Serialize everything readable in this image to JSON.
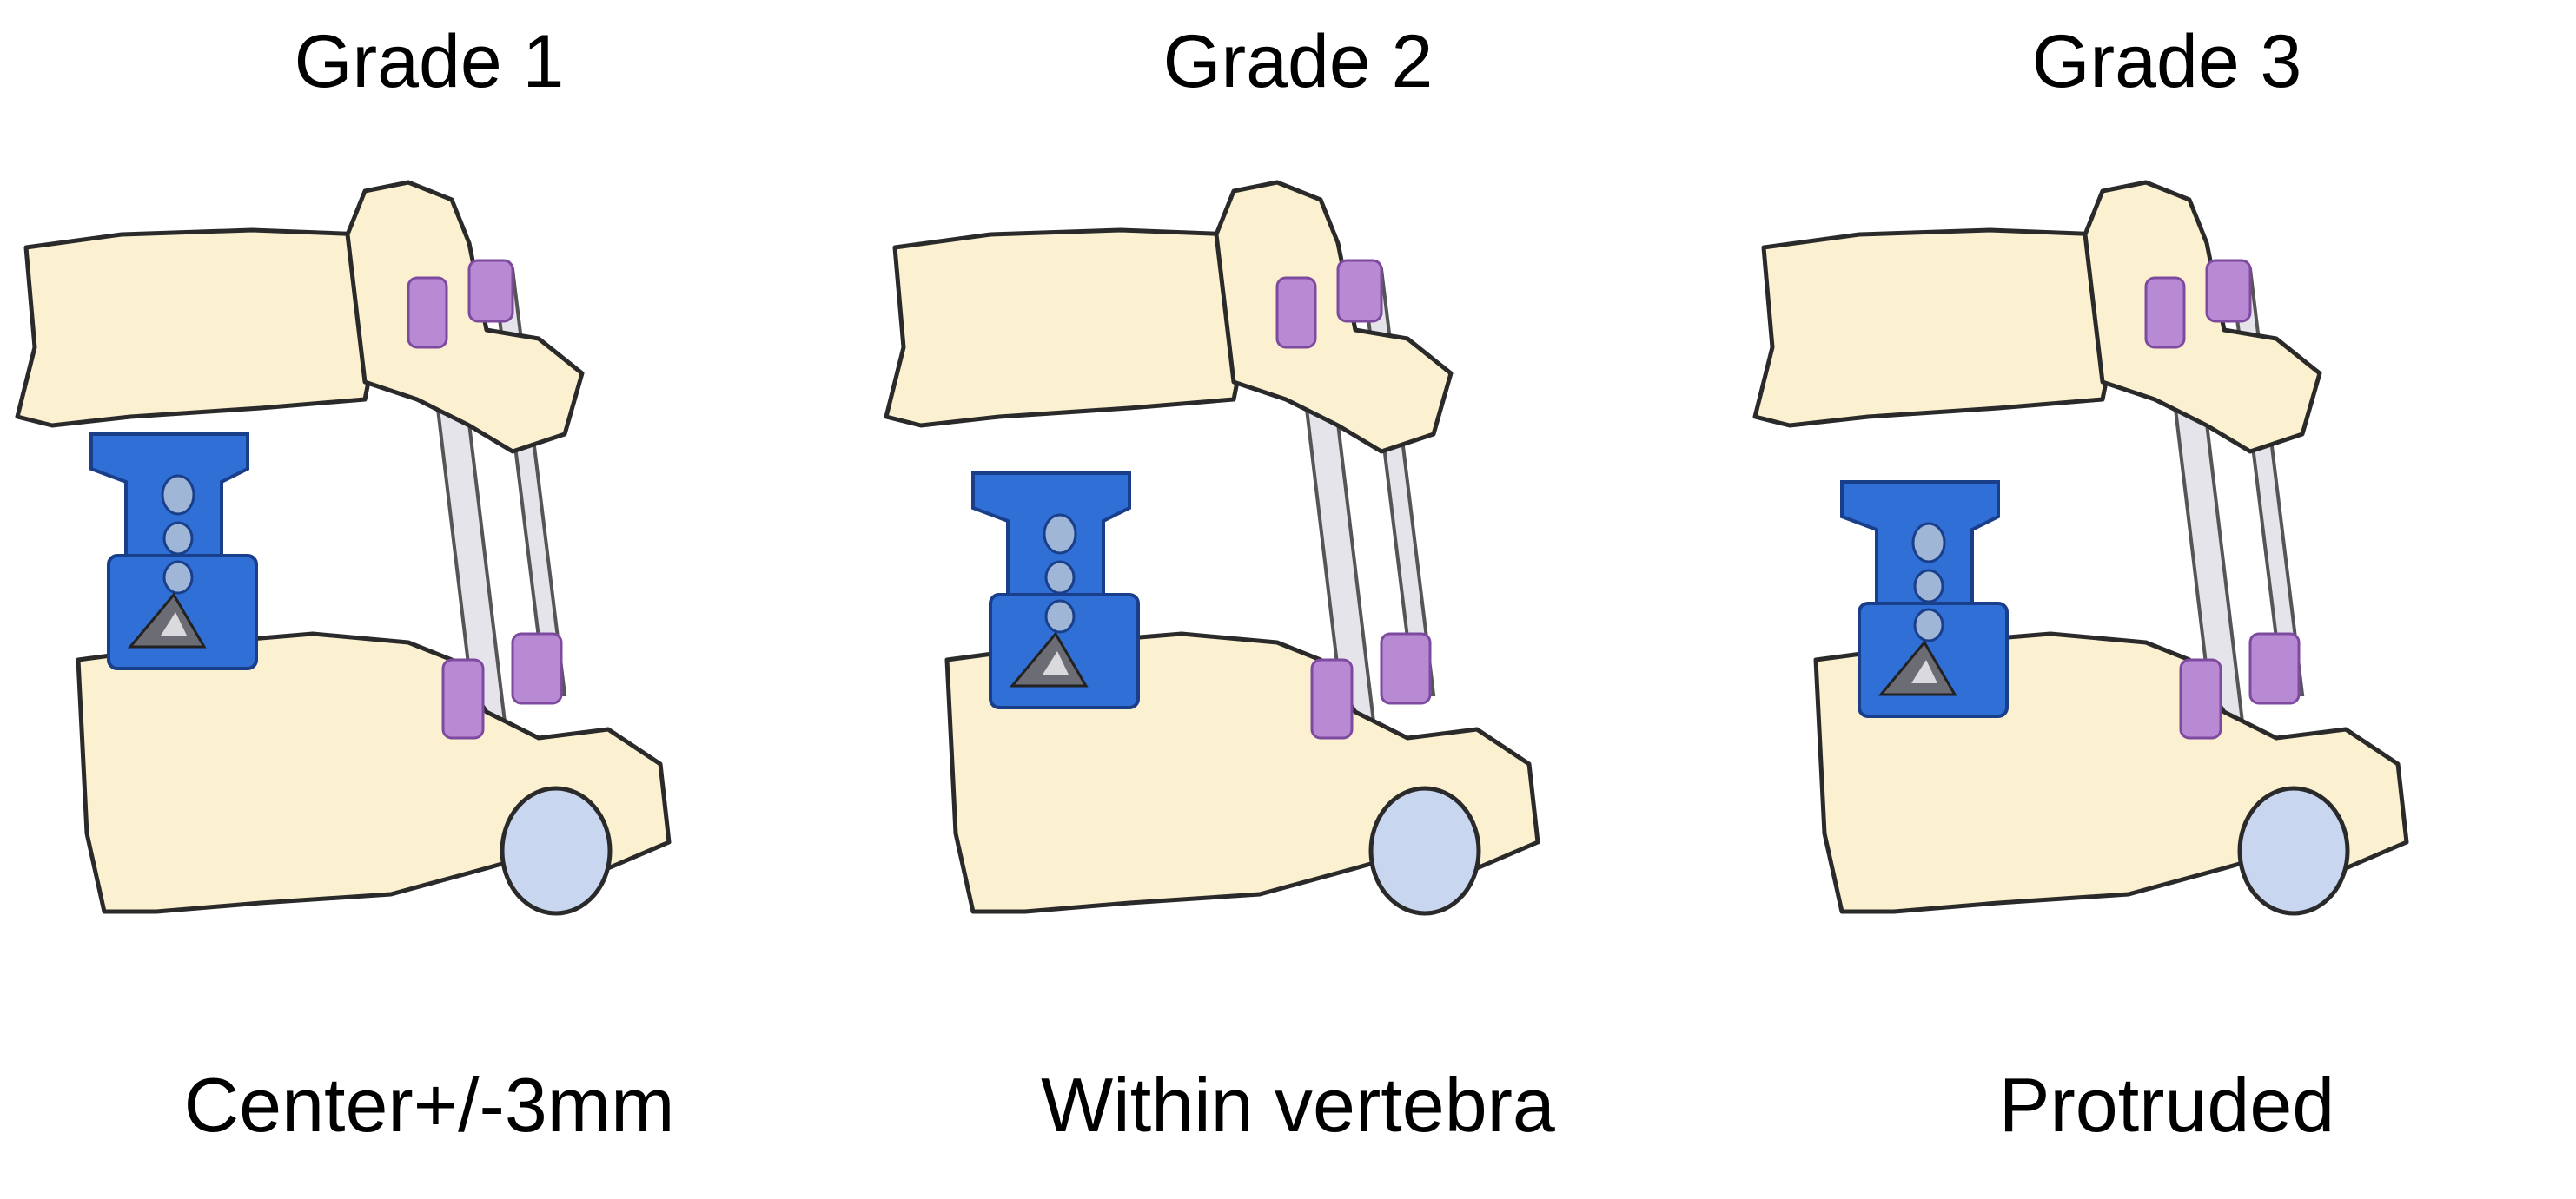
{
  "panels": [
    {
      "title": "Grade 1",
      "caption": "Center+/-3mm",
      "cage_position": "center"
    },
    {
      "title": "Grade 2",
      "caption": "Within vertebra",
      "cage_position": "within"
    },
    {
      "title": "Grade 3",
      "caption": "Protruded",
      "cage_position": "protruded"
    }
  ],
  "colors": {
    "bone": "#fbf1d0",
    "cage": "#2f6fd6",
    "screw": "#b98ad4",
    "rod": "#e4e4ea",
    "disc": "#c9d6f0"
  }
}
